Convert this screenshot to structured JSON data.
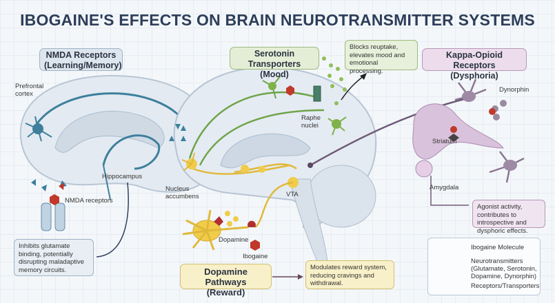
{
  "title": "IBOGAINE'S EFFECTS ON BRAIN NEUROTRANSMITTER SYSTEMS",
  "sections": {
    "nmda": {
      "title_line1": "NMDA Receptors",
      "title_line2": "(Learning/Memory)",
      "color": "#dde6ee",
      "labels": {
        "prefrontal": "Prefrontal\ncortex",
        "hippocampus": "Hippocampus",
        "receptors": "NMDA receptors"
      },
      "note": "Inhibits glutamate binding, potentially disrupting maladaptive memory circuits."
    },
    "serotonin": {
      "title_line1": "Serotonin Transporters",
      "title_line2": "(Mood)",
      "color": "#e4eed6",
      "labels": {
        "raphe": "Raphe\nnuclei"
      },
      "note": "Blocks reuptake, elevates mood and emotional processing."
    },
    "kappa": {
      "title_line1": "Kappa-Opioid Receptors",
      "title_line2": "(Dysphoria)",
      "color": "#ecdcec",
      "labels": {
        "dynorphin": "Dynorphin",
        "striatum": "Striatum",
        "amygdala": "Amygdala"
      },
      "note": "Agonist activity, contributes to introspective and dysphoric effects."
    },
    "dopamine": {
      "title_line1": "Dopamine Pathways",
      "title_line2": "(Reward)",
      "color": "#f8f0c8",
      "labels": {
        "nucleus": "Nucleus\naccumbens",
        "vta": "VTA",
        "dopamine": "Dopamine",
        "ibogaine": "Ibogaine"
      },
      "note": "Modulates reward system, reducing cravings and withdrawal."
    }
  },
  "legend": {
    "items": [
      {
        "label": "Ibogaine Molecule",
        "icon": "hexagon-molecule-icon"
      },
      {
        "label": "Neurotransmitters (Glutamate, Serotonin, Dopamine, Dynorphin)",
        "icon": "neurotransmitter-shapes-icon"
      },
      {
        "label": "Receptors/Transporters",
        "icon": "receptor-icon"
      }
    ]
  },
  "colors": {
    "ibogaine": "#c0392b",
    "glutamate": "#3a7f9e",
    "serotonin": "#7fb24a",
    "dopamine": "#e9c13a",
    "dynorphin": "#8a7590",
    "title": "#2d3e5a"
  }
}
